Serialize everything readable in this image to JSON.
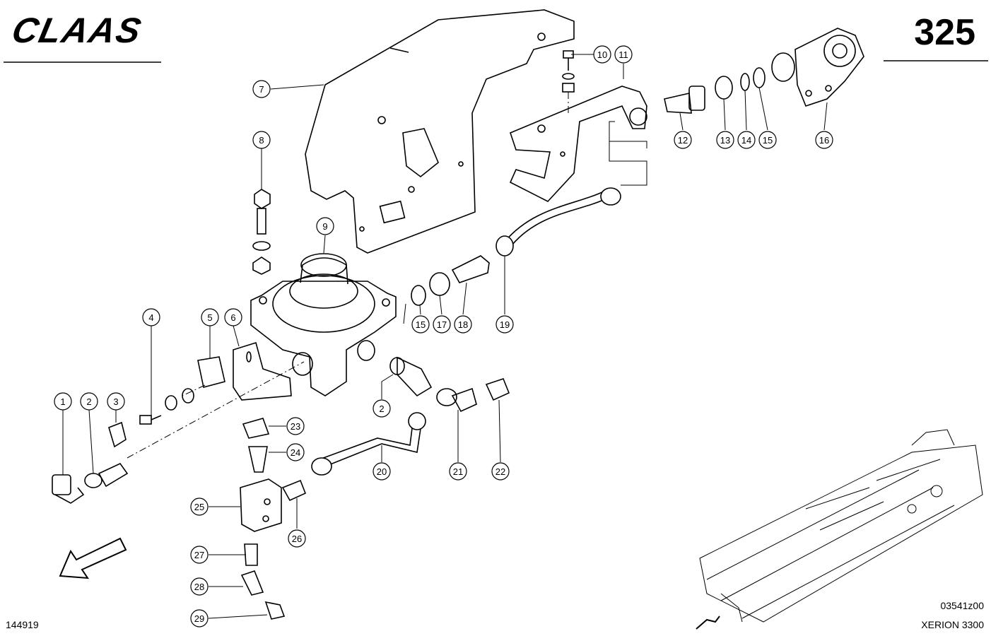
{
  "brand": "CLAAS",
  "page_number": "325",
  "document_id": "144919",
  "drawing_code": "03541z00",
  "model": "XERION 3300",
  "callouts": [
    "1",
    "2",
    "3",
    "4",
    "5",
    "6",
    "7",
    "8",
    "9",
    "10",
    "11",
    "12",
    "13",
    "14",
    "15",
    "15",
    "17",
    "18",
    "19",
    "2",
    "20",
    "21",
    "22",
    "23",
    "24",
    "25",
    "26",
    "27",
    "28",
    "29",
    "16"
  ]
}
